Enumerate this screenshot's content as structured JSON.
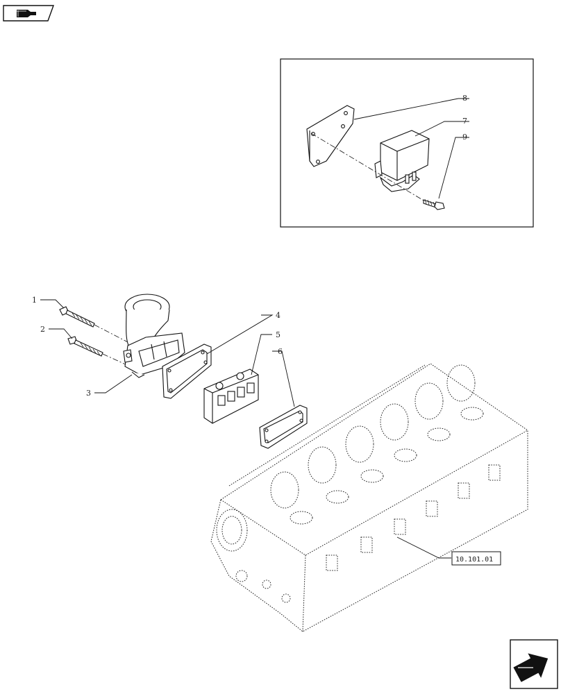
{
  "callouts": [
    {
      "id": "1",
      "label": "1"
    },
    {
      "id": "2",
      "label": "2"
    },
    {
      "id": "3",
      "label": "3"
    },
    {
      "id": "4",
      "label": "4"
    },
    {
      "id": "5",
      "label": "5"
    },
    {
      "id": "6",
      "label": "6"
    },
    {
      "id": "7",
      "label": "7"
    },
    {
      "id": "8",
      "label": "8"
    },
    {
      "id": "9",
      "label": "9"
    }
  ],
  "reference_box": {
    "label": "10.101.01"
  },
  "icons": {
    "top_left": "book-with-arrow-icon",
    "bottom_right": "next-page-arrow-icon"
  },
  "colors": {
    "line": "#1a1a1a",
    "background": "#ffffff"
  }
}
